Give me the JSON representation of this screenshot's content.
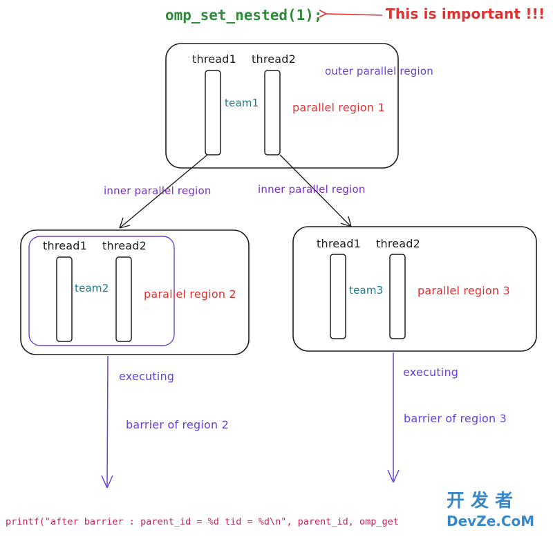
{
  "header": {
    "code_call": "omp_set_nested(1);",
    "note": "This is important !!!"
  },
  "region1": {
    "thread_a": "thread1",
    "thread_b": "thread2",
    "team": "team1",
    "outer_label": "outer parallel region",
    "label": "parallel region 1"
  },
  "arrows": {
    "left_label": "inner parallel region",
    "right_label": "inner parallel region"
  },
  "region2": {
    "thread_a": "thread1",
    "thread_b": "thread2",
    "team": "team2",
    "label": "parallel region 2",
    "executing": "executing",
    "barrier": "barrier of region 2"
  },
  "region3": {
    "thread_a": "thread1",
    "thread_b": "thread2",
    "team": "team3",
    "label": "parallel region 3",
    "executing": "executing",
    "barrier": "barrier of region 3"
  },
  "footer": {
    "printf_line": "printf(\"after barrier : parent_id = %d tid = %d\\n\", parent_id, omp_get"
  },
  "watermark": {
    "cn": "开 发 者",
    "en": "DevZe.CoM"
  },
  "colors": {
    "green": "#2f8a3a",
    "red": "#e03131",
    "purple": "#6741d9",
    "teal": "#1c7c8c",
    "black": "#1e1e1e",
    "crimson": "#c2255c"
  }
}
